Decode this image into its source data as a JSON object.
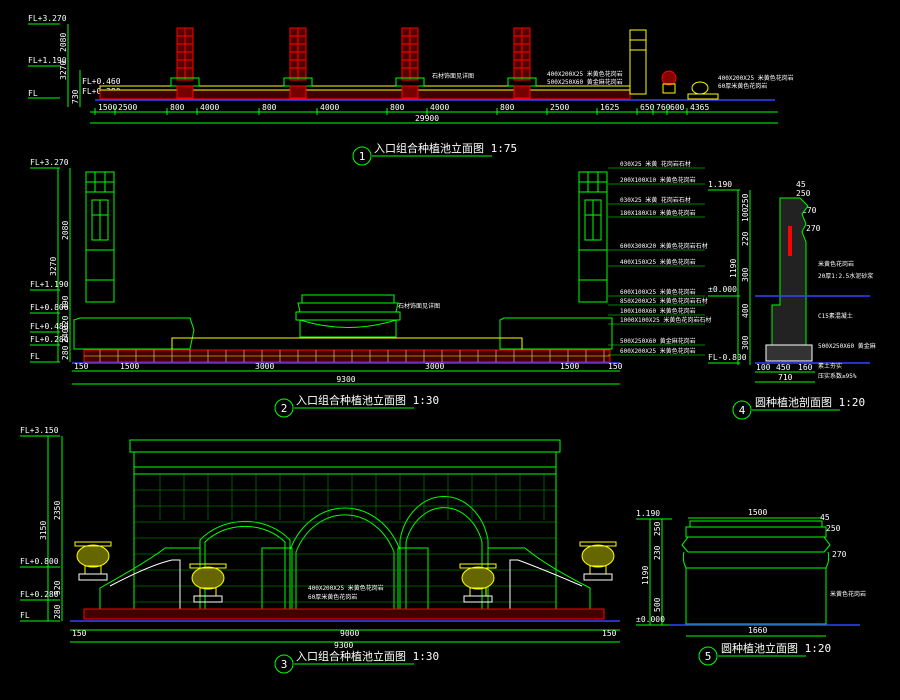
{
  "colors": {
    "background": "#000000",
    "green": "#00ff00",
    "yellow": "#ffff00",
    "red": "#ff0000",
    "white": "#ffffff",
    "blue": "#3344ff",
    "magenta": "#ff00ff",
    "cyan": "#00ffff",
    "gray": "#9c9c9c"
  },
  "view1": {
    "title": "入口组合种植池立面图 1:75",
    "number": "1",
    "levels": [
      "FL+3.270",
      "FL+1.190",
      "FL+0.460",
      "FL+0.280",
      "FL"
    ],
    "vdims": [
      "2080",
      "3270",
      "730"
    ],
    "hdims": [
      "1500",
      "2500",
      "800",
      "4000",
      "800",
      "4000",
      "800",
      "4000",
      "800",
      "2500",
      "1625",
      "650",
      "760",
      "600",
      "4365"
    ],
    "total": "29900",
    "notes": [
      "石材饰面见详图",
      "400X200X25 米黄色花岗岩",
      "500X250X60 黄金麻花岗岩",
      "400X200X25 米黄色花岗岩",
      "60厚米黄色花岗岩"
    ]
  },
  "view2": {
    "title": "入口组合种植池立面图 1:30",
    "number": "2",
    "levels": [
      "FL+3.270",
      "FL+1.190",
      "FL+0.800",
      "FL+0.480",
      "FL+0.280",
      "FL"
    ],
    "vdims": [
      "2080",
      "3270",
      "390",
      "320",
      "240",
      "280"
    ],
    "hdims": [
      "150",
      "1500",
      "3000",
      "3000",
      "1500",
      "150"
    ],
    "total": "9300",
    "center_note": "石材饰面见详图",
    "notes": [
      "030X25 米黄 花岗岩石材",
      "200X100X10 米黄色花岗岩",
      "030X25 米黄 花岗岩石材",
      "180X180X10 米黄色花岗岩",
      "600X300X20 米黄色花岗岩石材",
      "400X150X25 米黄色花岗岩",
      "600X100X25 米黄色花岗岩",
      "850X200X25 米黄色花岗岩石材",
      "100X100X60 米黄色花岗岩",
      "1000X100X25 米黄色花岗岩石材",
      "500X250X60 黄金麻花岗岩",
      "600X200X25 米黄色花岗岩"
    ]
  },
  "view3": {
    "title": "入口组合种植池立面图 1:30",
    "number": "3",
    "levels": [
      "FL+3.150",
      "FL+0.800",
      "FL+0.280",
      "FL"
    ],
    "vdims": [
      "2350",
      "3150",
      "520",
      "280"
    ],
    "hdims": [
      "150",
      "9000",
      "150"
    ],
    "total": "9300",
    "notes": [
      "400X200X25 米黄色花岗岩",
      "60厚米黄色花岗岩"
    ]
  },
  "view4": {
    "title": "圆种植池剖面图 1:20",
    "number": "4",
    "levels": [
      "1.190",
      "±0.000",
      "FL-0.800"
    ],
    "vdims": [
      "250",
      "100",
      "220",
      "1190",
      "300",
      "400",
      "300"
    ],
    "top_dims": [
      "45",
      "250",
      "270",
      "270"
    ],
    "hdims": [
      "100",
      "450",
      "160"
    ],
    "total": "710",
    "notes": [
      "米黄色花岗岩",
      "20厚1:2.5水泥砂浆",
      "C15素混凝土",
      "500X250X60 黄金麻",
      "素土夯实",
      "压实系数≥95%"
    ]
  },
  "view5": {
    "title": "圆种植池立面图 1:20",
    "number": "5",
    "levels": [
      "1.190",
      "±0.000"
    ],
    "vdims": [
      "250",
      "230",
      "1190",
      "500"
    ],
    "top_dim": "1500",
    "right_dims": [
      "45",
      "250",
      "270"
    ],
    "note": "米黄色花岗岩",
    "total": "1660"
  }
}
